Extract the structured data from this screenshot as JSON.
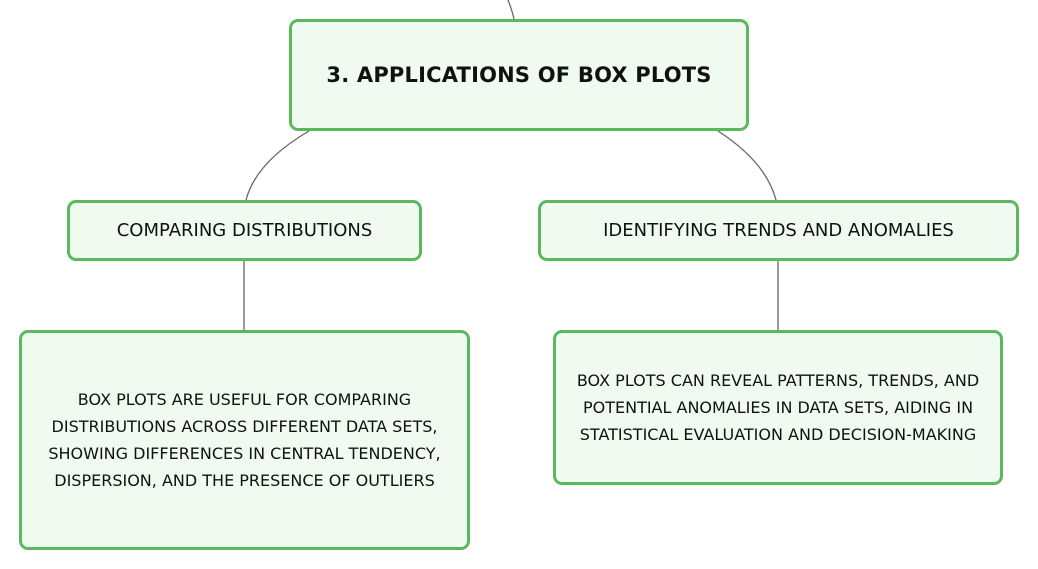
{
  "diagram": {
    "root": {
      "label": "3. APPLICATIONS OF BOX PLOTS"
    },
    "branches": [
      {
        "label": "COMPARING DISTRIBUTIONS",
        "description": "BOX PLOTS ARE USEFUL FOR COMPARING DISTRIBUTIONS ACROSS DIFFERENT DATA SETS, SHOWING DIFFERENCES IN CENTRAL TENDENCY, DISPERSION, AND THE PRESENCE OF OUTLIERS"
      },
      {
        "label": "IDENTIFYING TRENDS AND ANOMALIES",
        "description": "BOX PLOTS CAN REVEAL PATTERNS, TRENDS, AND POTENTIAL ANOMALIES IN DATA SETS, AIDING IN STATISTICAL EVALUATION AND DECISION-MAKING"
      }
    ]
  },
  "colors": {
    "node_border": "#5cb85c",
    "node_fill": "#f0faf1",
    "connector": "#666666",
    "text": "#111111"
  }
}
